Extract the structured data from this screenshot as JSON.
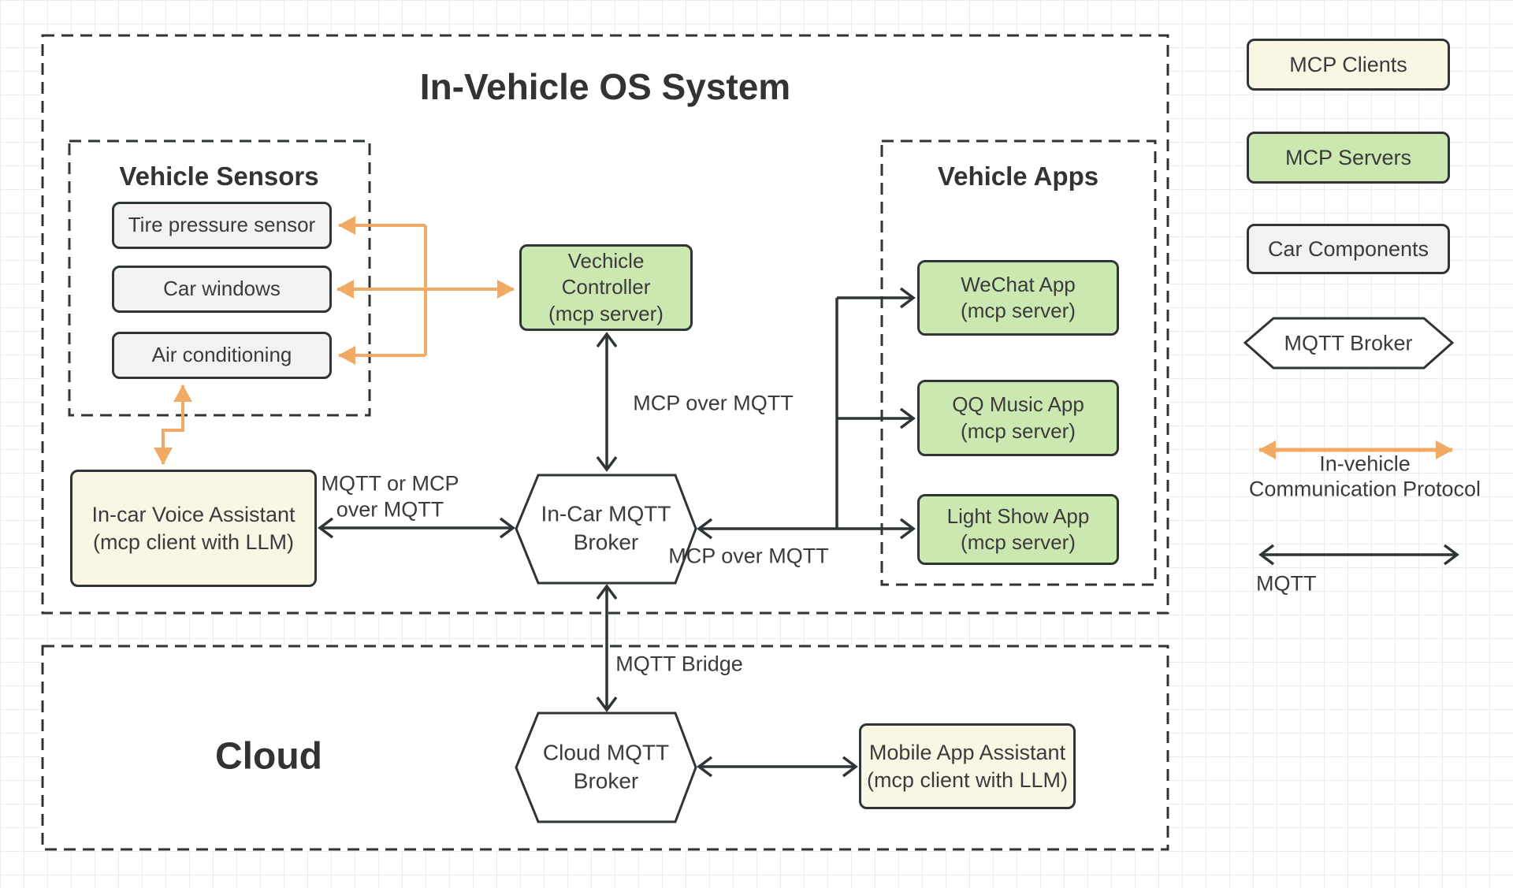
{
  "title": "In-Vehicle OS System",
  "sensors": {
    "title": "Vehicle Sensors",
    "items": [
      "Tire pressure sensor",
      "Car windows",
      "Air conditioning"
    ]
  },
  "controller": {
    "line1": "Vechicle",
    "line2": "Controller",
    "line3": "(mcp server)"
  },
  "apps": {
    "title": "Vehicle Apps",
    "items": [
      {
        "line1": "WeChat App",
        "line2": "(mcp server)"
      },
      {
        "line1": "QQ Music App",
        "line2": "(mcp server)"
      },
      {
        "line1": "Light Show App",
        "line2": "(mcp server)"
      }
    ]
  },
  "voice_assistant": {
    "line1": "In-car Voice Assistant",
    "line2": "(mcp client with LLM)"
  },
  "in_car_broker": {
    "line1": "In-Car MQTT",
    "line2": "Broker"
  },
  "cloud": {
    "title": "Cloud",
    "broker": {
      "line1": "Cloud MQTT",
      "line2": "Broker"
    },
    "mobile_assistant": {
      "line1": "Mobile App Assistant",
      "line2": "(mcp client with LLM)"
    }
  },
  "labels": {
    "mcp_over_mqtt_controller": "MCP over MQTT",
    "mqtt_or_mcp_line1": "MQTT or MCP",
    "mqtt_or_mcp_line2": "over MQTT",
    "mcp_over_mqtt_apps": "MCP over MQTT",
    "mqtt_bridge": "MQTT Bridge"
  },
  "legend": {
    "mcp_clients": "MCP Clients",
    "mcp_servers": "MCP Servers",
    "car_components": "Car Components",
    "mqtt_broker": "MQTT Broker",
    "in_vehicle_protocol_line1": "In-vehicle",
    "in_vehicle_protocol_line2": "Communication Protocol",
    "mqtt": "MQTT"
  },
  "colors": {
    "mcp_client_fill": "#faf6e4",
    "mcp_server_fill": "#cbe8b0",
    "car_component_fill": "#f2f2f2",
    "in_vehicle_protocol": "#f2a964",
    "line_ink": "#2f3437"
  }
}
